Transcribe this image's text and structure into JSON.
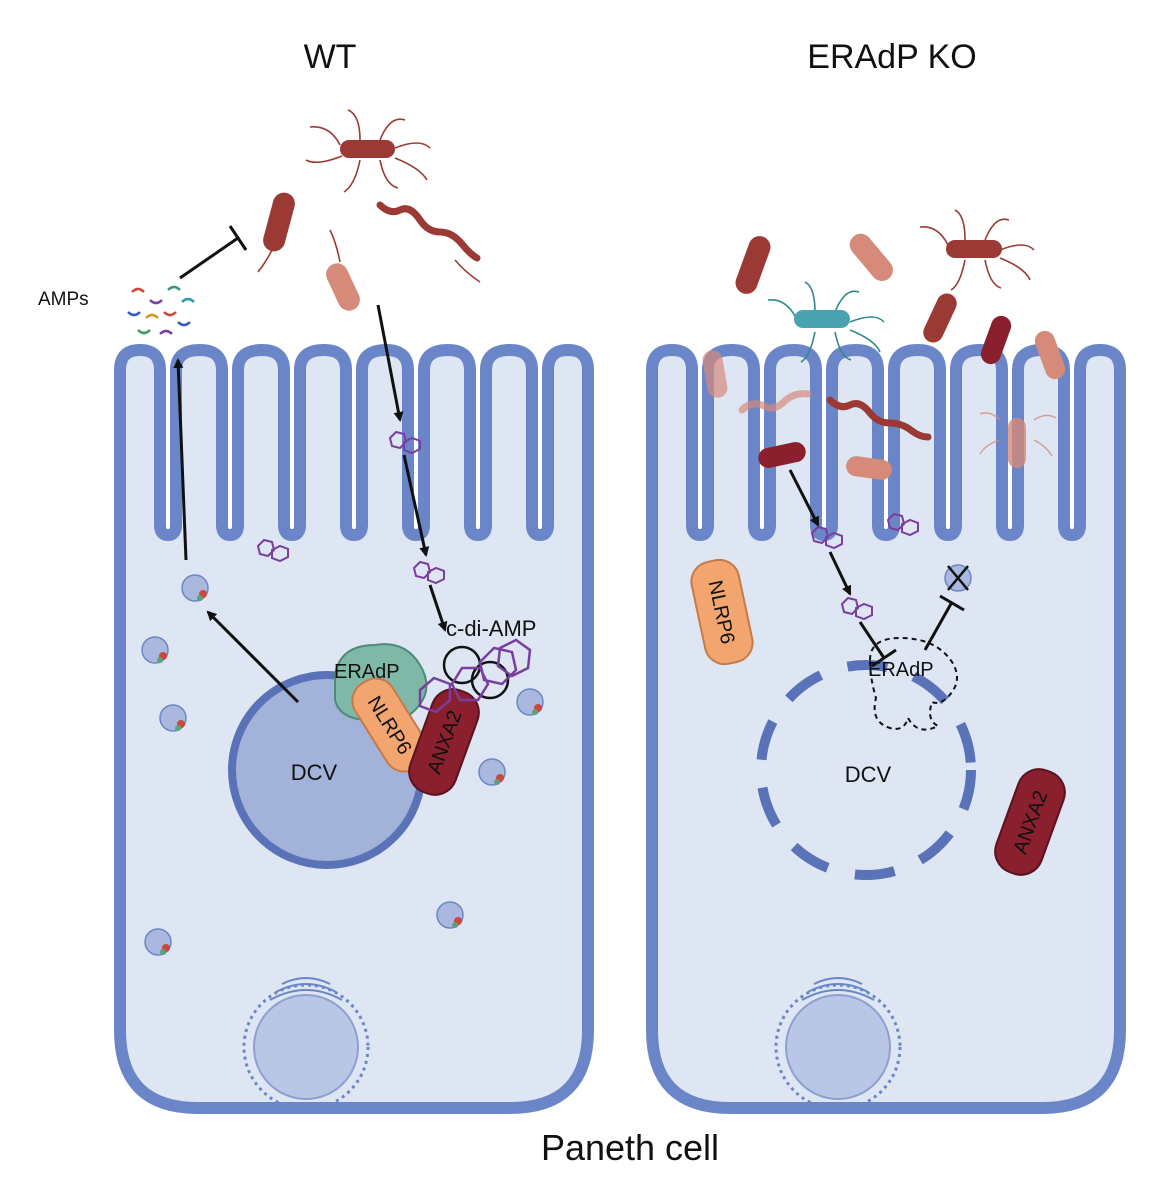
{
  "panels": {
    "wt": {
      "title": "WT"
    },
    "ko": {
      "title": "ERAdP KO"
    }
  },
  "labels": {
    "amps": "AMPs",
    "cdiamp": "c-di-AMP",
    "eradp": "ERAdP",
    "nlrp6": "NLRP6",
    "anxa2": "ANXA2",
    "dcv": "DCV",
    "footer": "Paneth cell"
  },
  "colors": {
    "membrane": "#6b86c8",
    "cytoplasm": "#dde6f2",
    "dcv_fill": "#a3b2d8",
    "bacteria": "#9b3a34",
    "bacteria_light": "#d58a7a",
    "eradp": "#7fb8a6",
    "nlrp6": "#f3a570",
    "anxa2": "#8a1f2e",
    "cdiamp": "#7a3ea0"
  },
  "icons": [
    "bacterium-icon",
    "flagellated-bacterium-icon",
    "spirochete-icon",
    "c-di-amp-molecule-icon",
    "vesicle-icon",
    "golgi-icon",
    "nucleus-icon"
  ]
}
